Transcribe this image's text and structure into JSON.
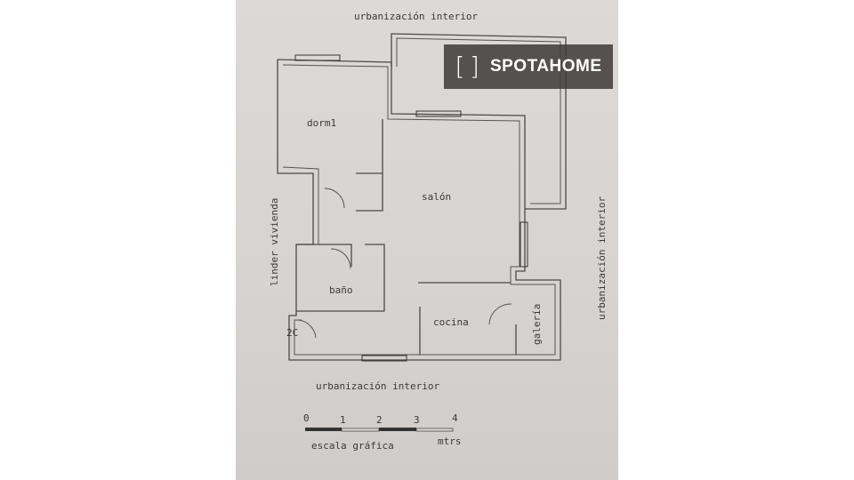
{
  "brand": {
    "name": "SPOTAHOME",
    "icon": "bracket-logo-icon"
  },
  "plan": {
    "labels": {
      "top": "urbanización interior",
      "bottom": "urbanización interior",
      "left": "linder vivienda",
      "right": "urbanización interior",
      "unit": "2C"
    },
    "rooms": [
      "dorm1",
      "salón",
      "baño",
      "cocina",
      "galería"
    ]
  },
  "scale": {
    "ticks": [
      "0",
      "1",
      "2",
      "3",
      "4"
    ],
    "title": "escala gráfica",
    "unit": "mtrs"
  }
}
